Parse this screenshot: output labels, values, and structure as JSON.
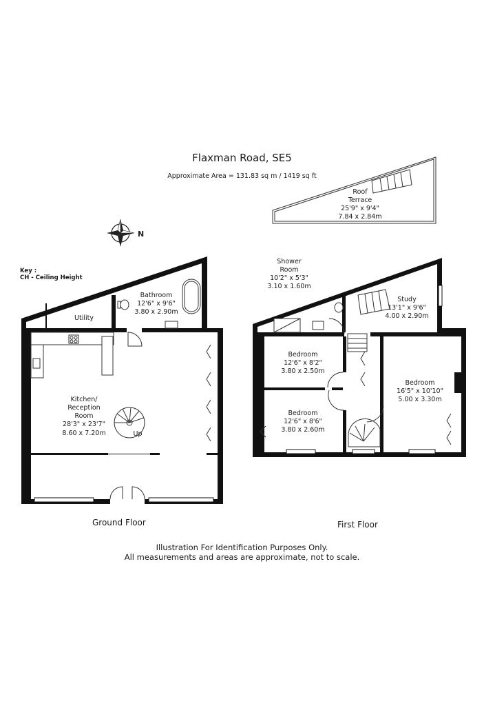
{
  "header": {
    "title": "Flaxman Road, SE5",
    "area": "Approximate Area =  131.83 sq m / 1419 sq ft"
  },
  "key": {
    "heading": "Key :",
    "line": "CH - Ceiling Height"
  },
  "compass": {
    "label": "N"
  },
  "floors": {
    "ground": "Ground Floor",
    "first": "First Floor"
  },
  "rooms": {
    "roof_terrace": {
      "name1": "Roof",
      "name2": "Terrace",
      "imperial": "25'9\" x 9'4\"",
      "metric": "7.84 x 2.84m"
    },
    "bathroom": {
      "name": "Bathroom",
      "imperial": "12'6\" x 9'6\"",
      "metric": "3.80 x 2.90m"
    },
    "utility": {
      "name": "Utility"
    },
    "kitchen": {
      "name1": "Kitchen/",
      "name2": "Reception",
      "name3": "Room",
      "imperial": "28'3\" x 23'7\"",
      "metric": "8.60 x 7.20m"
    },
    "stair_up": {
      "label": "Up"
    },
    "shower_room": {
      "name1": "Shower",
      "name2": "Room",
      "imperial": "10'2\" x 5'3\"",
      "metric": "3.10 x 1.60m"
    },
    "study": {
      "name": "Study",
      "imperial": "13'1\" x 9'6\"",
      "metric": "4.00 x 2.90m"
    },
    "bedroom_1": {
      "name": "Bedroom",
      "imperial": "12'6\" x 8'2\"",
      "metric": "3.80 x 2.50m"
    },
    "bedroom_2": {
      "name": "Bedroom",
      "imperial": "12'6\" x 8'6\"",
      "metric": "3.80 x 2.60m"
    },
    "bedroom_3": {
      "name": "Bedroom",
      "imperial": "16'5\" x 10'10\"",
      "metric": "5.00 x 3.30m"
    }
  },
  "footer": {
    "line1": "Illustration For Identification Purposes Only.",
    "line2": "All measurements and areas are approximate, not to scale."
  }
}
